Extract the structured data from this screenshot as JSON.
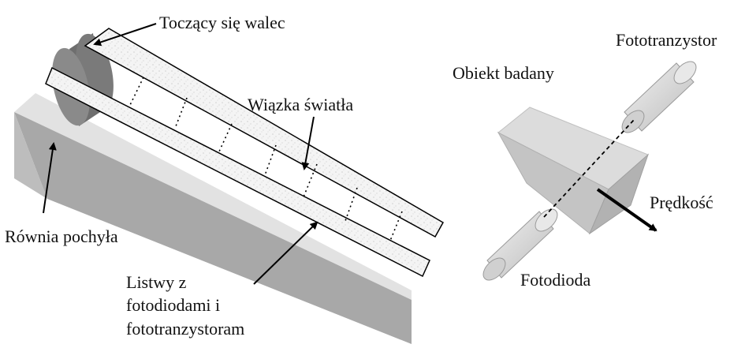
{
  "labels": {
    "rolling_cylinder": "Toczący się walec",
    "light_beam": "Wiązka światła",
    "inclined_plane": "Równia pochyła",
    "strips_line1": "Listwy z",
    "strips_line2": "fotodiodami i",
    "strips_line3": "fototranzystoram",
    "phototransistor": "Fototranzystor",
    "object_under_test": "Obiekt badany",
    "velocity": "Prędkość",
    "photodiode": "Fotodioda"
  },
  "colors": {
    "plane_top": "#e2e2e2",
    "plane_front": "#a8a8a8",
    "plane_side": "#bdbdbd",
    "cylinder": "#808080",
    "strip_fill": "#f3f3f3",
    "box_light": "#dcdcdc",
    "box_mid": "#c6c6c6",
    "box_dark": "#b0b0b0",
    "sensor": "#d4d4d4",
    "ink": "#000000"
  }
}
